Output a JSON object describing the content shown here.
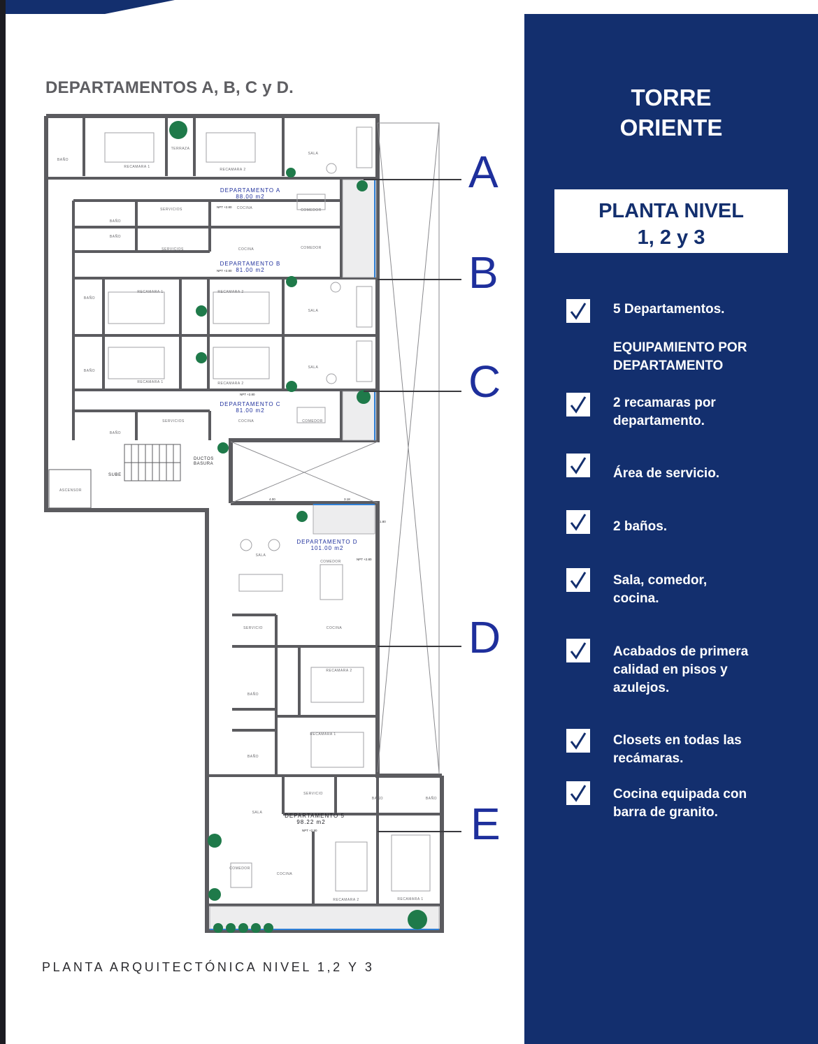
{
  "header": {
    "plan_title": "DEPARTAMENTOS A, B, C y D.",
    "caption": "PLANTA ARQUITECTÓNICA NIVEL 1,2 Y 3"
  },
  "floorplan": {
    "unit_markers": [
      "A",
      "B",
      "C",
      "D",
      "E"
    ],
    "units": [
      {
        "name": "DEPARTAMENTO A",
        "area": "88.00 m2"
      },
      {
        "name": "DEPARTAMENTO B",
        "area": "81.00 m2"
      },
      {
        "name": "DEPARTAMENTO C",
        "area": "81.00 m2"
      },
      {
        "name": "DEPARTAMENTO D",
        "area": "101.00 m2"
      },
      {
        "name": "DEPARTAMENTO 5",
        "area": "98.22 m2"
      }
    ],
    "rooms": {
      "bano": "BAÑO",
      "recamara1": "RECAMARA 1",
      "recamara2": "RECAMARA 2",
      "terraza": "TERRAZA",
      "sala": "SALA",
      "cocina": "COCINA",
      "comedor": "COMEDOR",
      "servicios": "SERVICIOS",
      "servicio": "SERVICIO",
      "ductos": "DUCTOS",
      "basura": "BASURA",
      "sube": "SUBE",
      "ascensor": "ASCENSOR",
      "npt": "NPT +2.80"
    },
    "dims": {
      "d1": "4.00",
      "d2": "3.18",
      "d3": "1.80"
    },
    "colors": {
      "wall": "#5b5b5f",
      "accent": "#1e2f9c",
      "plant": "#1f7a4a",
      "glass": "#2f7fd6"
    }
  },
  "panel": {
    "title_line1": "TORRE",
    "title_line2": "ORIENTE",
    "box_line1": "PLANTA NIVEL",
    "box_line2": "1, 2 y 3",
    "equip_heading_line1": "EQUIPAMIENTO POR",
    "equip_heading_line2": "DEPARTAMENTO",
    "features": [
      {
        "line1": "5 Departamentos.",
        "line2": "",
        "line3": ""
      },
      {
        "line1": "2 recamaras por",
        "line2": "departamento.",
        "line3": ""
      },
      {
        "line1": "Área de servicio.",
        "line2": "",
        "line3": ""
      },
      {
        "line1": "2 baños.",
        "line2": "",
        "line3": ""
      },
      {
        "line1": "Sala, comedor,",
        "line2": "cocina.",
        "line3": ""
      },
      {
        "line1": "Acabados de primera",
        "line2": "calidad en pisos y",
        "line3": "azulejos."
      },
      {
        "line1": "Closets en todas las",
        "line2": "recámaras.",
        "line3": ""
      },
      {
        "line1": "Cocina equipada con",
        "line2": "barra de granito.",
        "line3": ""
      }
    ],
    "colors": {
      "panel_bg": "#132f6e",
      "text": "#ffffff"
    }
  }
}
